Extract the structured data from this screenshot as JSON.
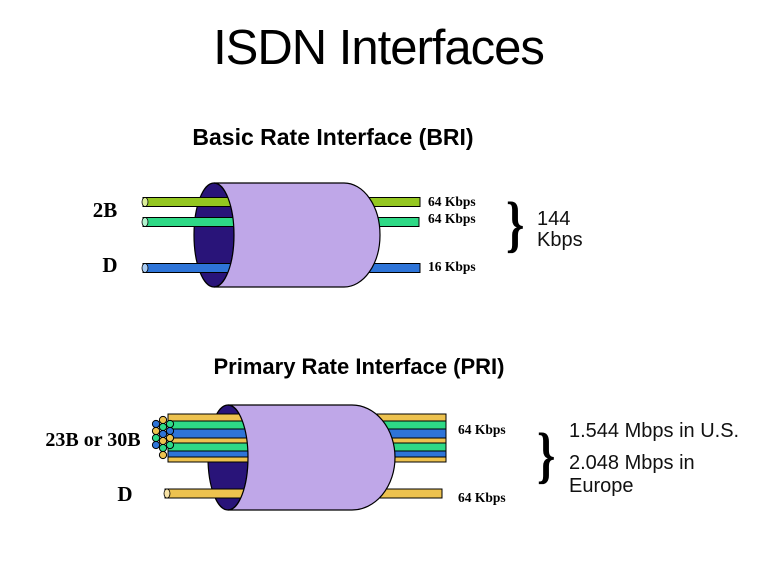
{
  "title": "ISDN Interfaces",
  "bri": {
    "heading": "Basic Rate Interface (BRI)",
    "channel_label": "2B",
    "d_label": "D",
    "rate_b1": "64 Kbps",
    "rate_b2": "64 Kbps",
    "rate_d": "16 Kbps",
    "total": "144 Kbps",
    "brace": "}"
  },
  "pri": {
    "heading": "Primary Rate Interface (PRI)",
    "channel_label": "23B or 30B",
    "d_label": "D",
    "rate_b": "64 Kbps",
    "rate_d": "64 Kbps",
    "total_us": "1.544 Mbps in U.S.",
    "total_eu": "2.048 Mbps in Europe",
    "brace": "}"
  },
  "colors": {
    "cylinder_body": "#bfa7e8",
    "cylinder_face": "#291479",
    "line_yellow_green": "#94c720",
    "line_green": "#2ed986",
    "line_blue": "#2e74d8",
    "line_yellow": "#edc24f",
    "tip_yellow_green": "#dcef9a",
    "tip_green": "#b2f4cf",
    "tip_blue": "#a9ccf4",
    "tip_yellow": "#f7e3a6"
  }
}
